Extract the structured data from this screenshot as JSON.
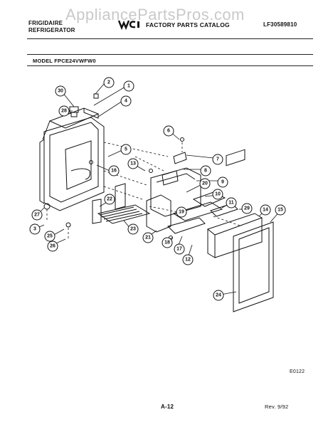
{
  "watermark": "AppliancePartsPros.com",
  "header": {
    "brand_line1": "FRIGIDAIRE",
    "brand_line2": "REFRIGERATOR",
    "catalog_title": "FACTORY PARTS CATALOG",
    "publication_number": "LF30589810"
  },
  "model_label": "MODEL FPCE24VWFW0",
  "figure_code": "E0122",
  "page_label": "A-12",
  "revision": "Rev. 9/92",
  "callouts": [
    "1",
    "2",
    "3",
    "4",
    "5",
    "6",
    "7",
    "8",
    "9",
    "10",
    "11",
    "12",
    "13",
    "14",
    "15",
    "16",
    "17",
    "18",
    "19",
    "20",
    "21",
    "22",
    "23",
    "24",
    "25",
    "26",
    "27",
    "28",
    "29",
    "30"
  ],
  "logo_icon": "wci-logo-icon"
}
